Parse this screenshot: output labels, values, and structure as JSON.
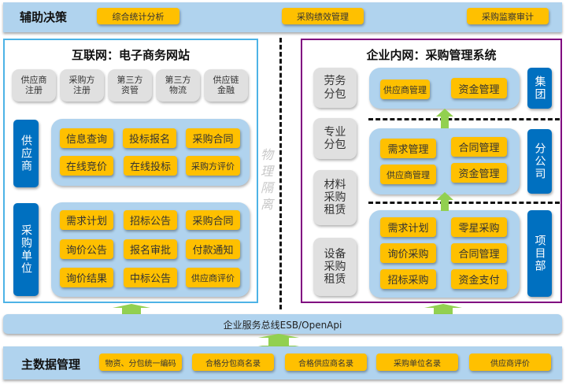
{
  "decision_support": {
    "label": "辅助决策",
    "items": [
      "综合统计分析",
      "采购绩效管理",
      "采购监察审计"
    ]
  },
  "internet_section": {
    "title": "互联网：电子商务网站",
    "services": [
      "供应商\n注册",
      "采购方\n注册",
      "第三方\n资管",
      "第三方\n物流",
      "供应链\n金融"
    ],
    "supplier_group": {
      "label": "供应商",
      "items": [
        "信息查询",
        "投标报名",
        "采购合同",
        "在线竞价",
        "在线投标",
        "采购方评价"
      ]
    },
    "buyer_group": {
      "label": "采购单位",
      "items": [
        "需求计划",
        "招标公告",
        "采购合同",
        "询价公告",
        "报名审批",
        "付款通知",
        "询价结果",
        "中标公告",
        "供应商评价"
      ]
    }
  },
  "isolation_label": "物理隔离",
  "intranet_section": {
    "title": "企业内网：采购管理系统",
    "categories": [
      "劳务\n分包",
      "专业\n分包",
      "材料\n采购\n租赁",
      "设备\n采购\n租赁"
    ],
    "group_level": {
      "label": "集团",
      "items": [
        "供应商管理",
        "资金管理"
      ]
    },
    "branch_level": {
      "label": "分公司",
      "items": [
        "需求管理",
        "合同管理",
        "供应商管理",
        "资金管理"
      ]
    },
    "project_level": {
      "label": "项目部",
      "items": [
        "需求计划",
        "零星采购",
        "询价采购",
        "合同管理",
        "招标采购",
        "资金支付"
      ]
    }
  },
  "esb": {
    "label": "企业服务总线ESB/OpenApi"
  },
  "master_data": {
    "label": "主数据管理",
    "items": [
      "物资、分包统一编码",
      "合格分包商名录",
      "合格供应商名录",
      "采购单位名录",
      "供应商评价"
    ]
  },
  "colors": {
    "band": "#b0d3ee",
    "button_yellow": "#ffc000",
    "level_blue": "#0070c0",
    "internet_border": "#4db3e6",
    "intranet_border": "#800080",
    "arrow_green": "#92d050",
    "category_gray": "#e0e0e0"
  }
}
